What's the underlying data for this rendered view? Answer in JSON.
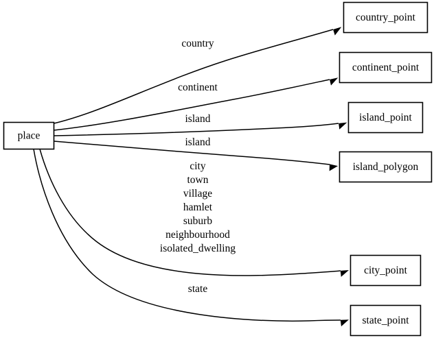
{
  "diagram": {
    "type": "graph",
    "orientation": "left-to-right",
    "background_color": "#ffffff",
    "line_color": "#000000",
    "text_color": "#000000",
    "root": {
      "id": "place",
      "label": "place"
    },
    "nodes": [
      {
        "id": "country_point",
        "label": "country_point"
      },
      {
        "id": "continent_point",
        "label": "continent_point"
      },
      {
        "id": "island_point",
        "label": "island_point"
      },
      {
        "id": "island_polygon",
        "label": "island_polygon"
      },
      {
        "id": "city_point",
        "label": "city_point"
      },
      {
        "id": "state_point",
        "label": "state_point"
      }
    ],
    "edges": [
      {
        "from": "place",
        "to": "country_point",
        "label": "country"
      },
      {
        "from": "place",
        "to": "continent_point",
        "label": "continent"
      },
      {
        "from": "place",
        "to": "island_point",
        "label": "island"
      },
      {
        "from": "place",
        "to": "island_polygon",
        "label": "island"
      },
      {
        "from": "place",
        "to": "city_point",
        "label_lines": [
          "city",
          "town",
          "village",
          "hamlet",
          "suburb",
          "neighbourhood",
          "isolated_dwelling"
        ]
      },
      {
        "from": "place",
        "to": "state_point",
        "label": "state"
      }
    ],
    "edge_labels": {
      "country": "country",
      "continent": "continent",
      "island_a": "island",
      "island_b": "island",
      "city_line_1": "city",
      "city_line_2": "town",
      "city_line_3": "village",
      "city_line_4": "hamlet",
      "city_line_5": "suburb",
      "city_line_6": "neighbourhood",
      "city_line_7": "isolated_dwelling",
      "state": "state"
    }
  }
}
